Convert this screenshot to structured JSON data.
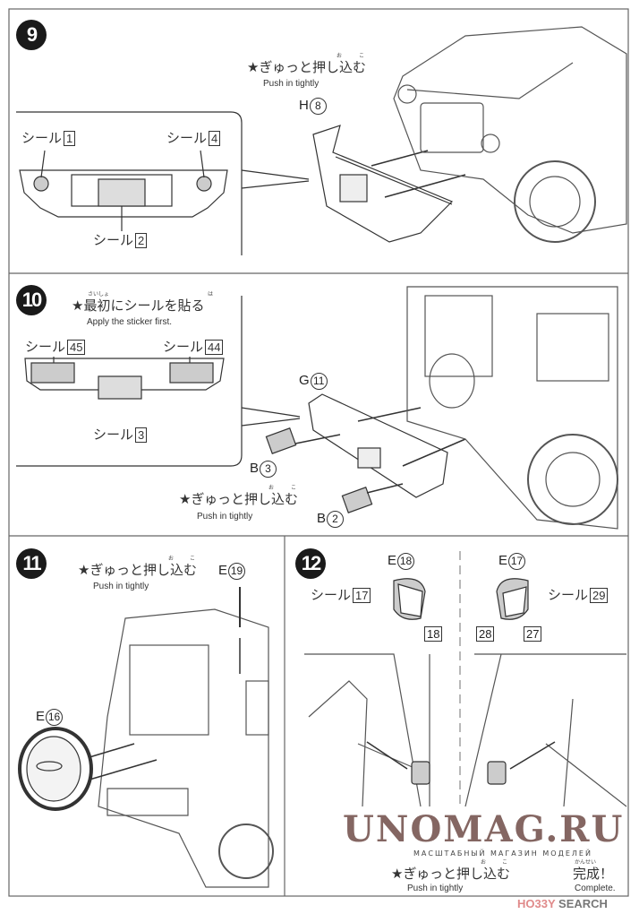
{
  "steps": {
    "s9": {
      "number": "9",
      "instruction": "★ぎゅっと押し込む",
      "furigana_o": "お",
      "furigana_ko": "こ",
      "instruction_en": "Push in tightly",
      "part": "H",
      "part_num": "8",
      "stickers": [
        {
          "label": "シール",
          "num": "1"
        },
        {
          "label": "シール",
          "num": "4"
        },
        {
          "label": "シール",
          "num": "2"
        }
      ]
    },
    "s10": {
      "number": "10",
      "instruction": "★最初にシールを貼る",
      "furigana_saisho": "さいしょ",
      "furigana_ha": "は",
      "instruction_en": "Apply the sticker first.",
      "stickers": [
        {
          "label": "シール",
          "num": "45"
        },
        {
          "label": "シール",
          "num": "44"
        },
        {
          "label": "シール",
          "num": "3"
        }
      ],
      "parts": [
        {
          "letter": "G",
          "num": "11"
        },
        {
          "letter": "B",
          "num": "3"
        },
        {
          "letter": "B",
          "num": "2"
        }
      ],
      "instruction2": "★ぎゅっと押し込む",
      "furigana_o": "お",
      "furigana_ko": "こ",
      "instruction2_en": "Push in tightly"
    },
    "s11": {
      "number": "11",
      "instruction": "★ぎゅっと押し込む",
      "furigana_o": "お",
      "furigana_ko": "こ",
      "instruction_en": "Push in tightly",
      "parts": [
        {
          "letter": "E",
          "num": "19"
        },
        {
          "letter": "E",
          "num": "16"
        }
      ]
    },
    "s12": {
      "number": "12",
      "parts": [
        {
          "letter": "E",
          "num": "18"
        },
        {
          "letter": "E",
          "num": "17"
        }
      ],
      "stickers": [
        {
          "label": "シール",
          "num": "17"
        },
        {
          "label": "シール",
          "num": "29"
        }
      ],
      "sticker_nums": [
        "18",
        "28",
        "27"
      ],
      "instruction": "★ぎゅっと押し込む",
      "furigana_o": "お",
      "furigana_ko": "こ",
      "instruction_en": "Push in tightly",
      "complete": "完成！",
      "furigana_kansei": "かんせい",
      "complete_en": "Complete."
    }
  },
  "watermark": {
    "main": "UNOMAG.RU",
    "sub": "МАСШТАБНЫЙ МАГАЗИН МОДЕЛЕЙ",
    "hobby": "HO33Y",
    "search": "SEARCH"
  }
}
